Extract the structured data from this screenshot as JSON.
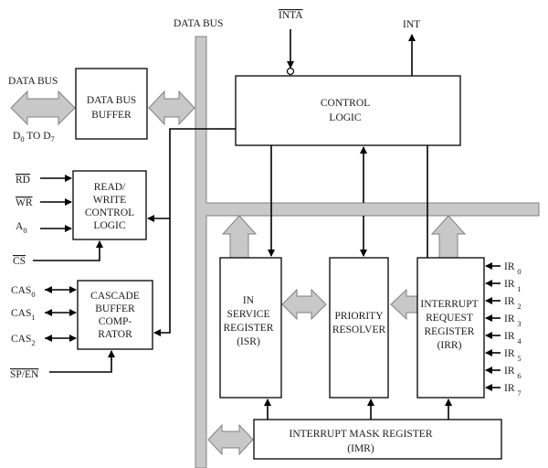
{
  "diagram": {
    "title": "8259 Programmable Interrupt Controller block diagram",
    "colors": {
      "bus_fill": "#c8c8c8",
      "bus_stroke": "#808080",
      "line": "#000000",
      "box_fill": "#ffffff"
    },
    "labels": {
      "data_bus_left": "DATA BUS",
      "d0_to_d7": "D0 TO D7",
      "data_bus_top": "DATA BUS",
      "inta": "INTA",
      "int": "INT",
      "rd": "RD",
      "wr": "WR",
      "a0": "A",
      "a0_sub": "0",
      "cs": "CS",
      "cas": "CAS",
      "sp_en": "SP/EN"
    },
    "blocks": {
      "data_bus_buffer": [
        "DATA BUS",
        "BUFFER"
      ],
      "read_write_logic": [
        "READ/",
        "WRITE",
        "CONTROL",
        "LOGIC"
      ],
      "cascade_buffer": [
        "CASCADE",
        "BUFFER",
        "COMP-",
        "RATOR"
      ],
      "control_logic": [
        "CONTROL",
        "LOGIC"
      ],
      "isr": [
        "IN",
        "SERVICE",
        "REGISTER",
        "(ISR)"
      ],
      "priority_resolver": [
        "PRIORITY",
        "RESOLVER"
      ],
      "irr": [
        "INTERRUPT",
        "REQUEST",
        "REGISTER",
        "(IRR)"
      ],
      "imr": [
        "INTERRUPT MASK REGISTER",
        "(IMR)"
      ]
    },
    "cas_lines": [
      "0",
      "1",
      "2"
    ],
    "ir_lines": [
      "0",
      "1",
      "2",
      "3",
      "4",
      "5",
      "6",
      "7"
    ],
    "ir_prefix": "IR"
  }
}
